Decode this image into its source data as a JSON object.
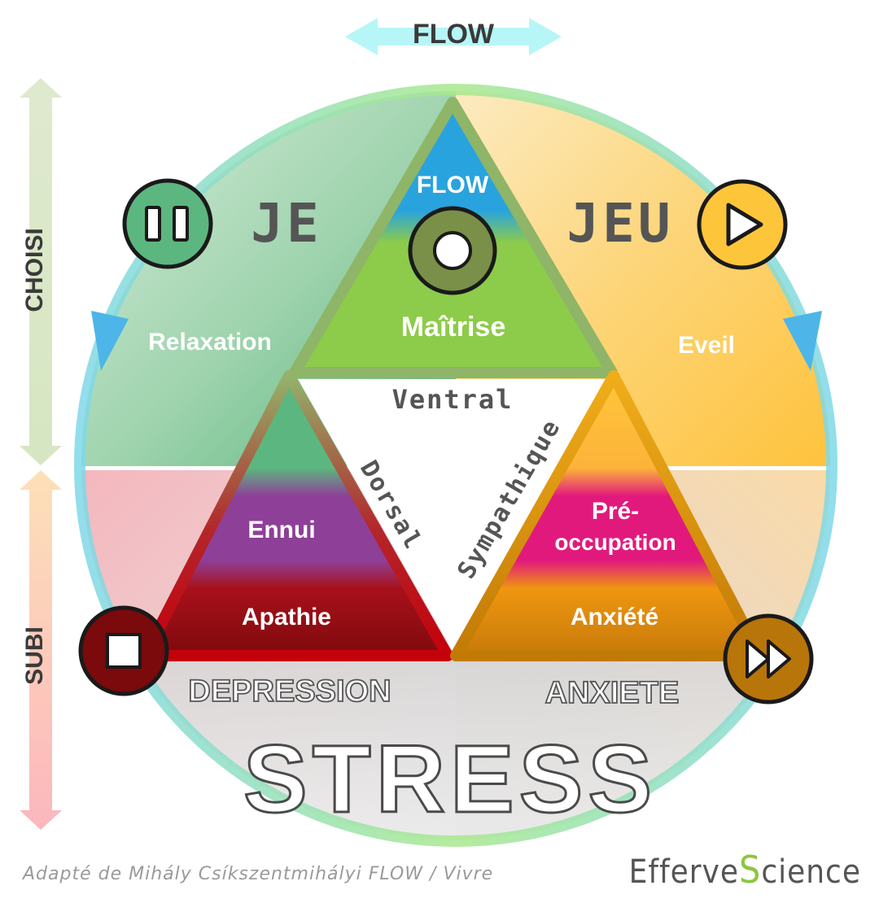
{
  "axes": {
    "top": "FLOW",
    "left_upper": "CHOISI",
    "left_lower": "SUBI"
  },
  "quadrants": {
    "je": "JE",
    "jeu": "JEU",
    "relaxation": "Relaxation",
    "eveil": "Eveil",
    "depression": "DEPRESSION",
    "anxiete_outer": "ANXIETE",
    "stress": "STRESS"
  },
  "triangles": {
    "top": {
      "flow": "FLOW",
      "maitrise": "Maîtrise"
    },
    "left": {
      "ennui": "Ennui",
      "apathie": "Apathie"
    },
    "right": {
      "pre": "Pré-",
      "occupation": "occupation",
      "anxiete": "Anxiété"
    }
  },
  "branches": {
    "ventral": "Ventral",
    "dorsal": "Dorsal",
    "sympathique": "Sympathique"
  },
  "footer": {
    "credit": "Adapté de Mihály Csíkszentmihályi FLOW / Vivre",
    "brand_a": "EfferveS",
    "brand_s": "S",
    "brand_b": "cience"
  },
  "colors": {
    "green": "#5cb67f",
    "yellow": "#fec63a",
    "blue": "#29a3de",
    "lime": "#8dcb4a",
    "purple": "#8e3f98",
    "darkred": "#8b0c10",
    "magenta": "#e2197d",
    "orange": "#ef9610"
  },
  "icons": [
    "pause-icon",
    "play-icon",
    "record-icon",
    "stop-icon",
    "fast-forward-icon"
  ]
}
